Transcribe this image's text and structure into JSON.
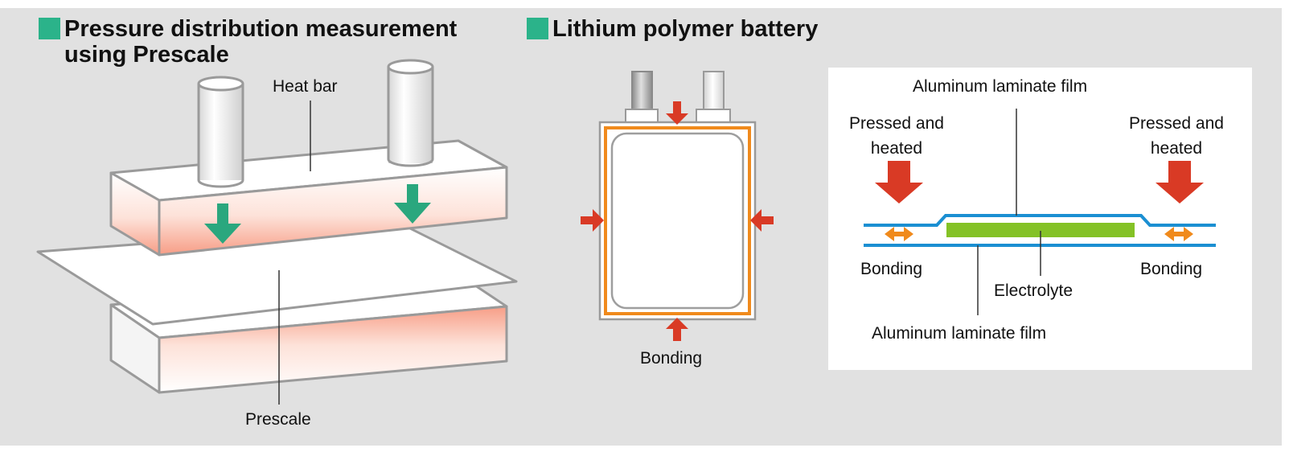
{
  "headings": {
    "pressure": "Pressure distribution measurement\nusing Prescale",
    "battery": "Lithium polymer battery"
  },
  "labels": {
    "heat_bar": "Heat bar",
    "prescale": "Prescale",
    "bonding_battery": "Bonding",
    "film_top": "Aluminum laminate film",
    "film_bottom": "Aluminum laminate film",
    "pressed_left": "Pressed and\nheated",
    "pressed_right": "Pressed and\nheated",
    "bonding_left": "Bonding",
    "bonding_right": "Bonding",
    "electrolyte": "Electrolyte"
  },
  "colors": {
    "square": "#2bb38a",
    "green_arrow": "#2aa77e",
    "red_arrow": "#d93a25",
    "orange": "#f08a1c",
    "blue_film": "#1b8fd2",
    "electrolyte": "#84c226",
    "stage_bg": "#e1e1e1",
    "heat_glow": "#f7a892"
  }
}
